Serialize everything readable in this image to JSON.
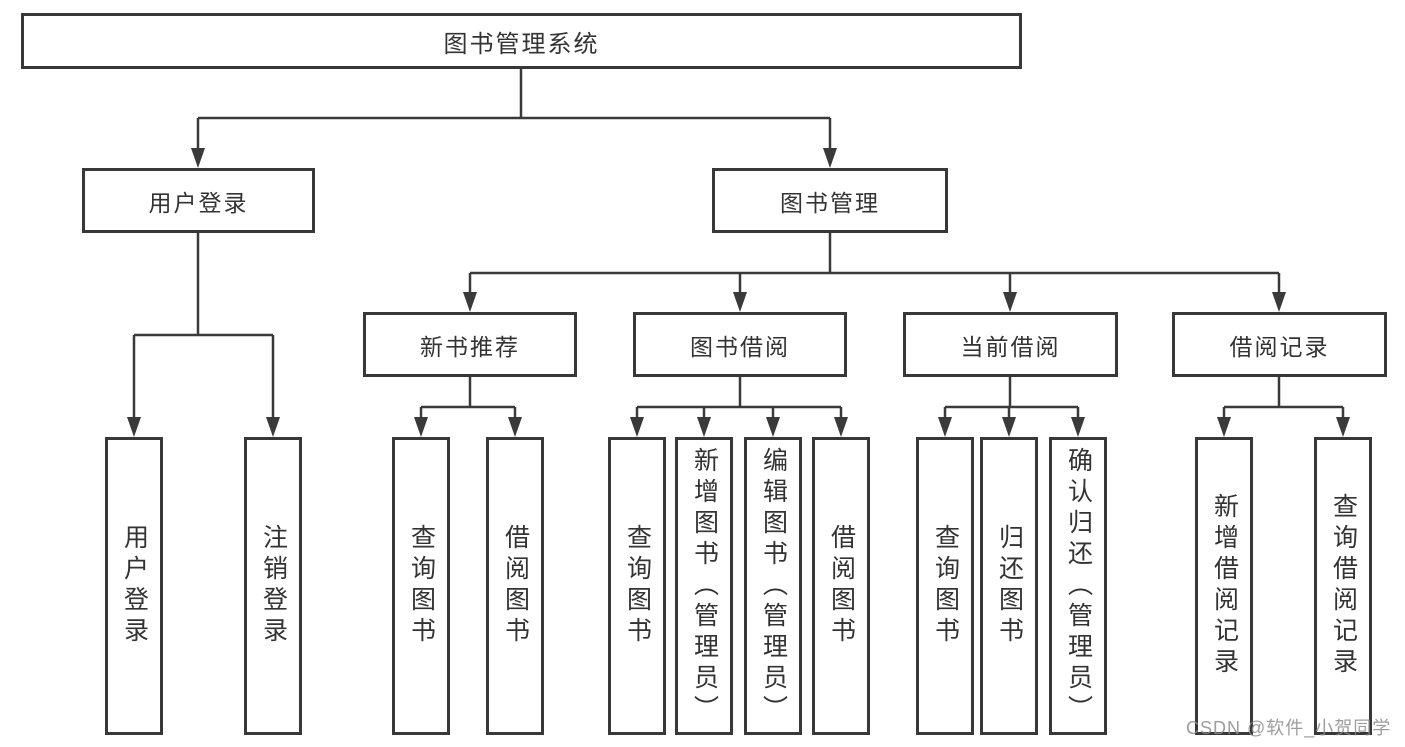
{
  "tree": {
    "root": "图书管理系统",
    "branches": [
      {
        "label": "用户登录",
        "leaves": [
          "用户登录",
          "注销登录"
        ]
      },
      {
        "label": "图书管理",
        "sections": [
          {
            "label": "新书推荐",
            "leaves": [
              "查询图书",
              "借阅图书"
            ]
          },
          {
            "label": "图书借阅",
            "leaves": [
              "查询图书",
              "新增图书（管理员）",
              "编辑图书（管理员）",
              "借阅图书"
            ]
          },
          {
            "label": "当前借阅",
            "leaves": [
              "查询图书",
              "归还图书",
              "确认归还（管理员）"
            ]
          },
          {
            "label": "借阅记录",
            "leaves": [
              "新增借阅记录",
              "查询借阅记录"
            ]
          }
        ]
      }
    ]
  },
  "watermark": {
    "text": "CSDN @软件_小贺同学"
  },
  "colors": {
    "line": "#3a3a3a",
    "border": "#383838",
    "text": "#333333",
    "watermark": "#8c8c8c",
    "background": "#ffffff"
  }
}
